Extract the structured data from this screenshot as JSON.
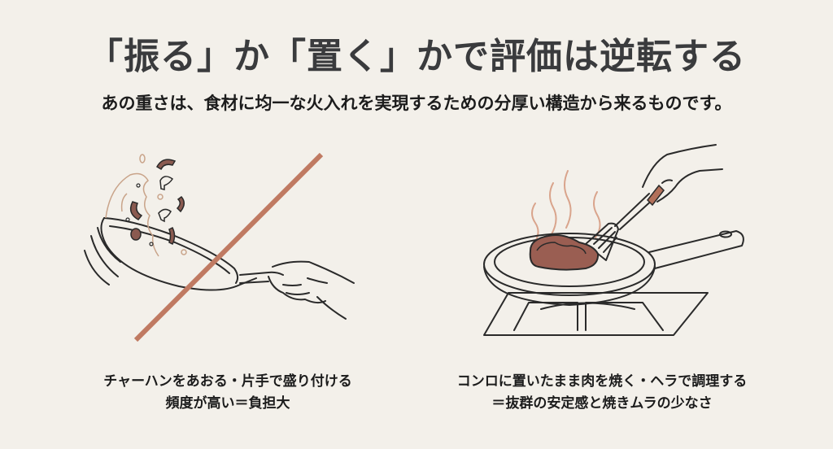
{
  "header": {
    "title": "「振る」か「置く」かで評価は逆転する",
    "subtitle": "あの重さは、食材に均一な火入れを実現するための分厚い構造から来るものです。"
  },
  "panels": [
    {
      "illustration": "tossing-fried-rice-in-pan-crossed-out",
      "icon": "crossed-out-pan-toss-icon",
      "caption_lines": [
        "チャーハンをあおる・片手で盛り付ける",
        "頻度が高い＝負担大"
      ]
    },
    {
      "illustration": "searing-steak-on-stovetop-with-spatula",
      "icon": "steak-on-stove-icon",
      "caption_lines": [
        "コンロに置いたまま肉を焼く・ヘラで調理する",
        "＝抜群の安定感と焼きムラの少なさ"
      ]
    }
  ],
  "colors": {
    "background": "#f3f0ea",
    "title_text": "#3a3b3d",
    "body_text": "#1c1c1c",
    "strike_line": "#c07a62",
    "accent_brown": "#8a5a50",
    "line_art": "#2a2a2a",
    "steam": "#d9a48c"
  }
}
